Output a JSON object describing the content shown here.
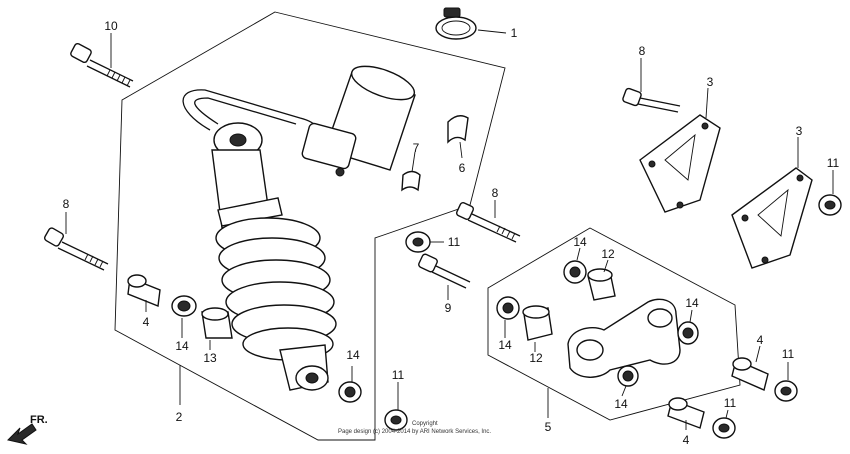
{
  "callouts": {
    "c1": "1",
    "c2": "2",
    "c3a": "3",
    "c3b": "3",
    "c4a": "4",
    "c4b": "4",
    "c4c": "4",
    "c5": "5",
    "c6": "6",
    "c7": "7",
    "c8a": "8",
    "c8b": "8",
    "c8c": "8",
    "c9": "9",
    "c10": "10",
    "c11a": "11",
    "c11b": "11",
    "c11c": "11",
    "c11d": "11",
    "c11e": "11",
    "c12a": "12",
    "c12b": "12",
    "c13": "13",
    "c14a": "14",
    "c14b": "14",
    "c14c": "14",
    "c14d": "14",
    "c14e": "14",
    "c14f": "14"
  },
  "direction_label": "FR.",
  "copyright": {
    "line1": "Copyright",
    "line2": "Page design (c) 2004-2014 by ARI Network Services, Inc."
  }
}
